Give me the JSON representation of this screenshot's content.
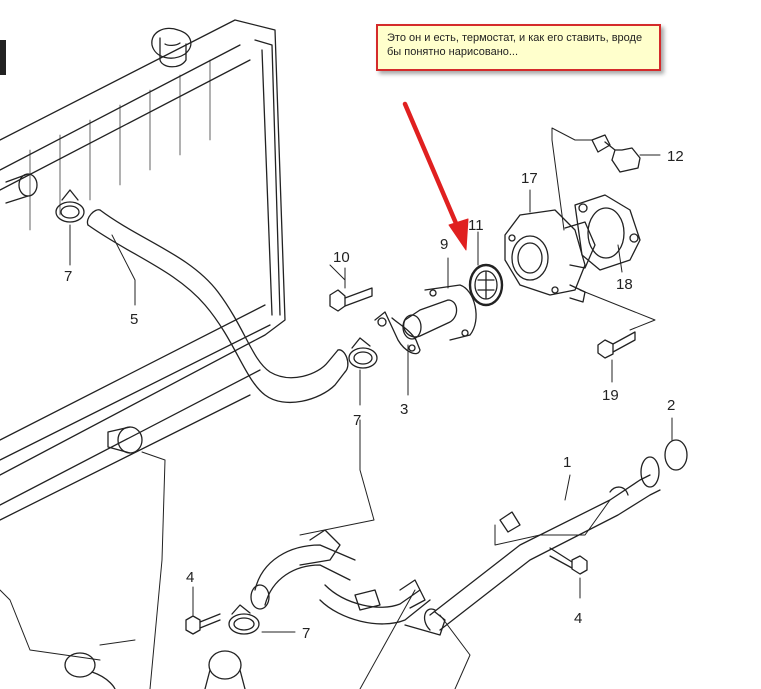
{
  "annotation": {
    "text": "Это он и есть, термостат, и как его ставить, вроде бы понятно нарисовано...",
    "border_color": "#d42b2b",
    "background_color": "#ffffcc",
    "arrow_color": "#e02020"
  },
  "parts": {
    "p1": "1",
    "p2": "2",
    "p3": "3",
    "p4_top": "4",
    "p4_bottom": "4",
    "p5": "5",
    "p7_top": "7",
    "p7_mid": "7",
    "p7_bottom": "7",
    "p9": "9",
    "p10": "10",
    "p11": "11",
    "p12": "12",
    "p17": "17",
    "p18": "18",
    "p19": "19"
  }
}
